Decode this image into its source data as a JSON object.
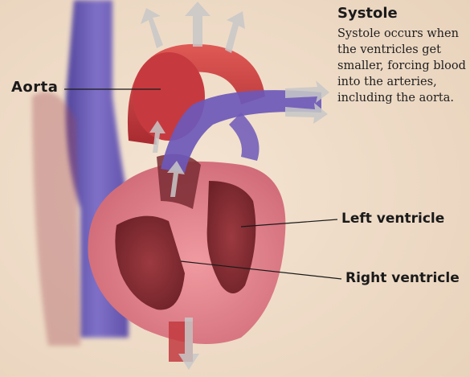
{
  "labels": {
    "aorta": "Aorta",
    "left_ventricle": "Left ventricle",
    "right_ventricle": "Right ventricle"
  },
  "info": {
    "title": "Systole",
    "body": "Systole occurs when the ventricles get smaller, forcing blood into the arteries, including the aorta."
  },
  "colors": {
    "background": "#f0ddc8",
    "heart_muscle": "#e48a90",
    "ventricle_interior": "#8a2f35",
    "aorta_red": "#c7363a",
    "vein_purple": "#6a5ab8",
    "arrow": "#bdbdbd"
  }
}
